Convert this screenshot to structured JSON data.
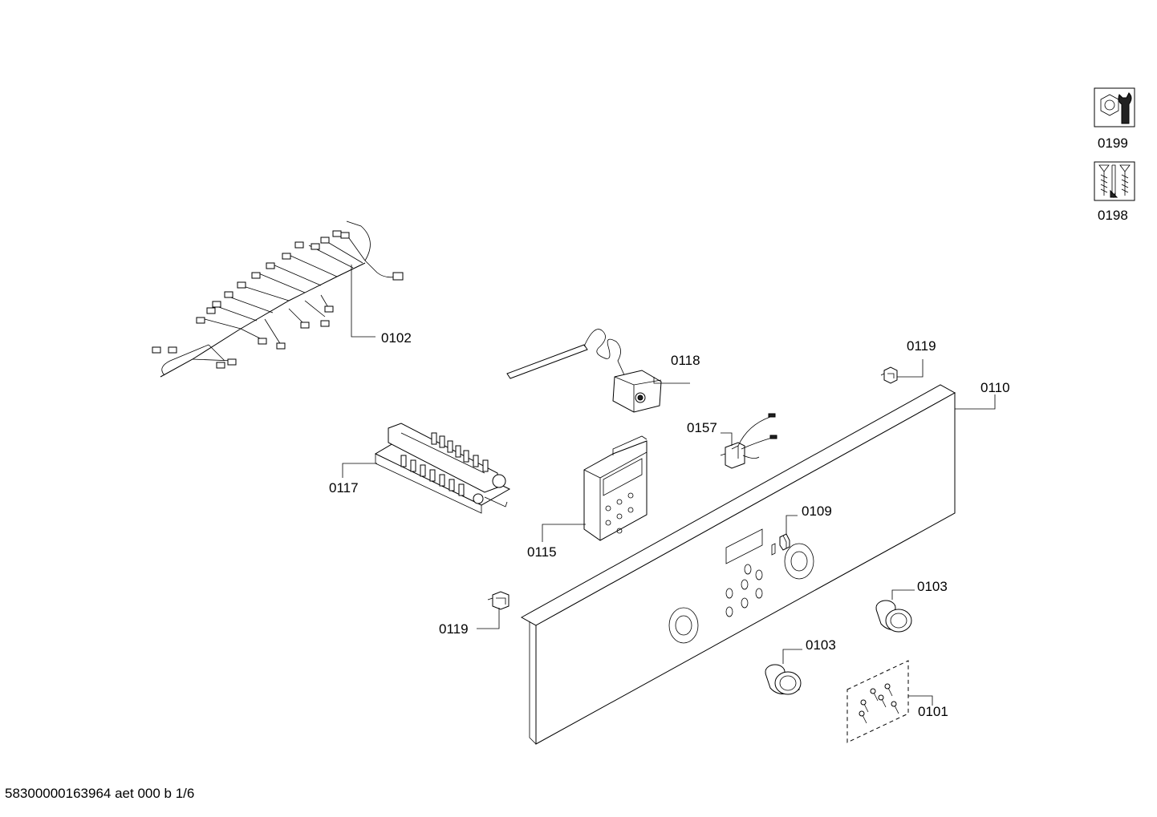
{
  "labels": {
    "p0199": "0199",
    "p0198": "0198",
    "p0102": "0102",
    "p0118": "0118",
    "p0119_top": "0119",
    "p0110": "0110",
    "p0157": "0157",
    "p0117": "0117",
    "p0109": "0109",
    "p0115": "0115",
    "p0103_right": "0103",
    "p0119_bottom": "0119",
    "p0103_left": "0103",
    "p0101": "0101"
  },
  "footer": "58300000163964 aet 000 b 1/6",
  "icons": {
    "service_kit": "wrench-nut-icon",
    "screw_set": "screws-icon"
  }
}
